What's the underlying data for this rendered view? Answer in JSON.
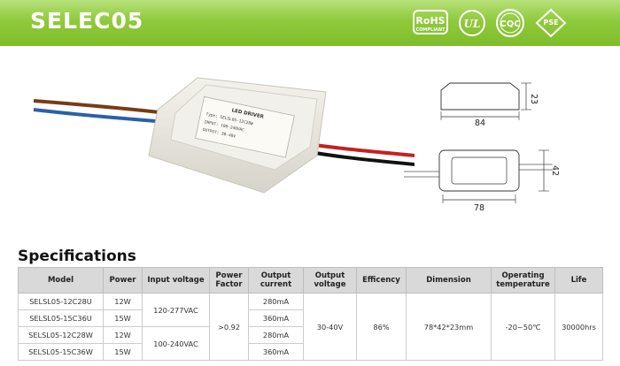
{
  "header": {
    "title": "SELEC05",
    "certifications": [
      {
        "icon": "rohs-compliant-icon",
        "label": "RoHS",
        "sub": "COMPLIANT"
      },
      {
        "icon": "ul-mark-icon",
        "label": "UL"
      },
      {
        "icon": "cqc-mark-icon",
        "label": "CQC"
      },
      {
        "icon": "pse-mark-icon",
        "label": "PSE"
      }
    ],
    "colors": {
      "bar": "#8fca3c",
      "text": "#ffffff"
    }
  },
  "product_label": {
    "heading": "LED DRIVER",
    "lines": [
      "Type: SELSL05-12C28W",
      "INPUT: 100-240VAC",
      "OUTPUT: 30-40V"
    ]
  },
  "dimensions": {
    "side_width": "84",
    "side_height": "23",
    "top_width": "78",
    "top_height": "42"
  },
  "specs": {
    "title": "Specifications",
    "headers": [
      {
        "l1": "Model",
        "l2": ""
      },
      {
        "l1": "Power",
        "l2": ""
      },
      {
        "l1": "Input voltage",
        "l2": ""
      },
      {
        "l1": "Power",
        "l2": "Factor"
      },
      {
        "l1": "Output",
        "l2": "current"
      },
      {
        "l1": "Output",
        "l2": "voltage"
      },
      {
        "l1": "Efficency",
        "l2": ""
      },
      {
        "l1": "Dimension",
        "l2": ""
      },
      {
        "l1": "Operating",
        "l2": "temperature"
      },
      {
        "l1": "Life",
        "l2": ""
      }
    ],
    "rows": [
      {
        "model": "SELSL05-12C28U",
        "power": "12W",
        "current": "280mA"
      },
      {
        "model": "SELSL05-15C36U",
        "power": "15W",
        "current": "360mA"
      },
      {
        "model": "SELSL05-12C28W",
        "power": "12W",
        "current": "280mA"
      },
      {
        "model": "SELSL05-15C36W",
        "power": "15W",
        "current": "360mA"
      }
    ],
    "input_voltage": [
      "120-277VAC",
      "100-240VAC"
    ],
    "power_factor": ">0.92",
    "output_voltage": "30-40V",
    "efficiency": "86%",
    "dimension": "78*42*23mm",
    "operating_temperature": "-20~50℃",
    "life": "30000hrs"
  }
}
